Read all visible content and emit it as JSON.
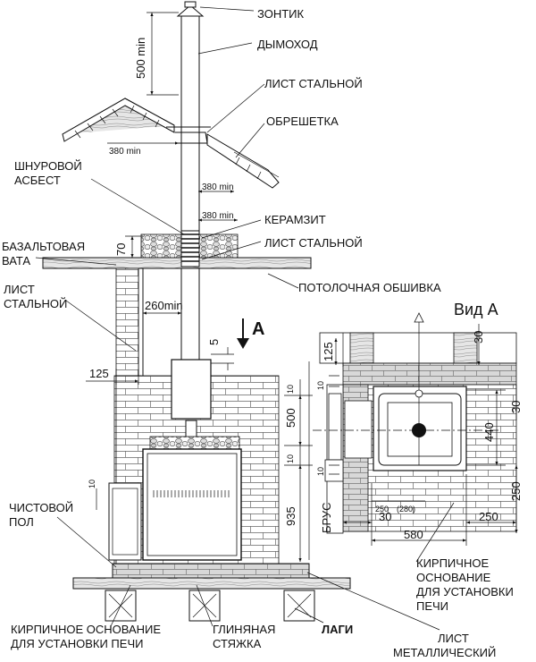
{
  "labels": {
    "zontik": "ЗОНТИК",
    "dymokhod": "ДЫМОХОД",
    "list_stalnoy_roof": "ЛИСТ СТАЛЬНОЙ",
    "obreshetka": "ОБРЕШЕТКА",
    "shnurovoy": "ШНУРОВОЙ",
    "asbest": "АСБЕСТ",
    "keramzit": "КЕРАМЗИТ",
    "list_stalnoy_ceiling": "ЛИСТ СТАЛЬНОЙ",
    "bazaltovaya": "БАЗАЛЬТОВАЯ",
    "vata": "ВАТА",
    "list_left_1": "ЛИСТ",
    "list_left_2": "СТАЛЬНОЙ",
    "potolochnaya": "ПОТОЛОЧНАЯ ОБШИВКА",
    "vid_a": "Вид А",
    "arrow_a": "А",
    "chistovoy_1": "ЧИСТОВОЙ",
    "chistovoy_2": "ПОЛ",
    "kirp_bottom_1": "КИРПИЧНОЕ ОСНОВАНИЕ",
    "kirp_bottom_2": "ДЛЯ УСТАНОВКИ ПЕЧИ",
    "glinyanaya_1": "ГЛИНЯНАЯ",
    "glinyanaya_2": "СТЯЖКА",
    "lagi": "ЛАГИ",
    "list_met_1": "ЛИСТ",
    "list_met_2": "МЕТАЛЛИЧЕСКИЙ",
    "kirp_right_1": "КИРПИЧНОЕ",
    "kirp_right_2": "ОСНОВАНИЕ",
    "kirp_right_3": "ДЛЯ УСТАНОВКИ",
    "kirp_right_4": "ПЕЧИ",
    "brus": "БРУС"
  },
  "dimensions": {
    "d500min": "500 min",
    "d380min_a": "380 min",
    "d380min_b": "380 min",
    "d380min_c": "380 min",
    "d70": "70",
    "d260min": "260min",
    "d5": "5",
    "d125_left": "125",
    "d10_a": "10",
    "d500": "500",
    "d10_b": "10",
    "d935": "935",
    "d10_c": "10",
    "v125": "125",
    "v30_top": "30",
    "v10_a": "10",
    "v440": "440",
    "v30_mid": "30",
    "v10_b": "10",
    "v250_right": "250",
    "v250_a": "250",
    "v280": "(280)",
    "v30_bottom": "30",
    "v250_bottom": "250",
    "v580": "580"
  }
}
